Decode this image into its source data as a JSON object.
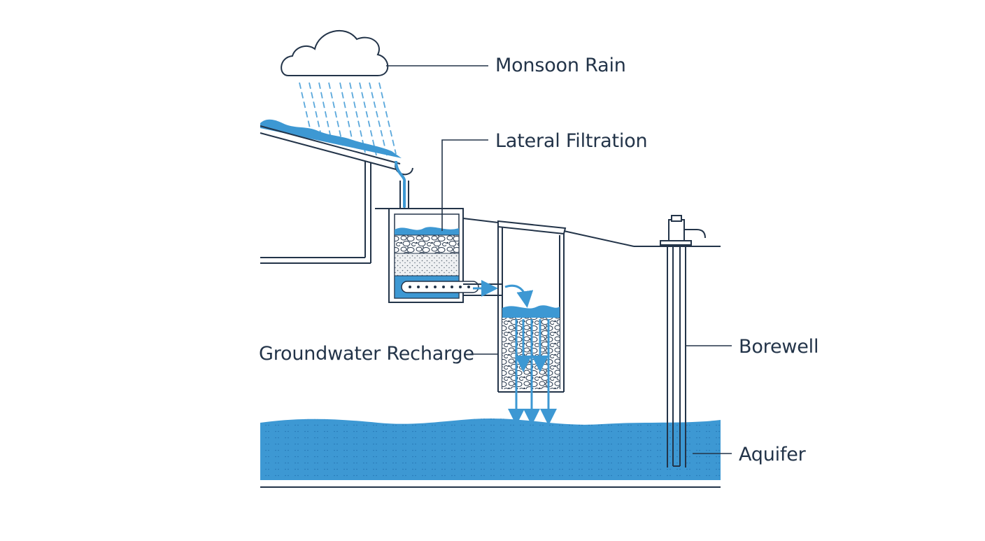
{
  "labels": {
    "monsoon_rain": "Monsoon Rain",
    "lateral_filtration": "Lateral Filtration",
    "groundwater_recharge": "Groundwater Recharge",
    "borewell": "Borewell",
    "aquifer": "Aquifer"
  },
  "colors": {
    "line": "#233449",
    "water": "#3d98d3",
    "water_deep": "#2e86c6",
    "rain": "#5aa8dc"
  }
}
